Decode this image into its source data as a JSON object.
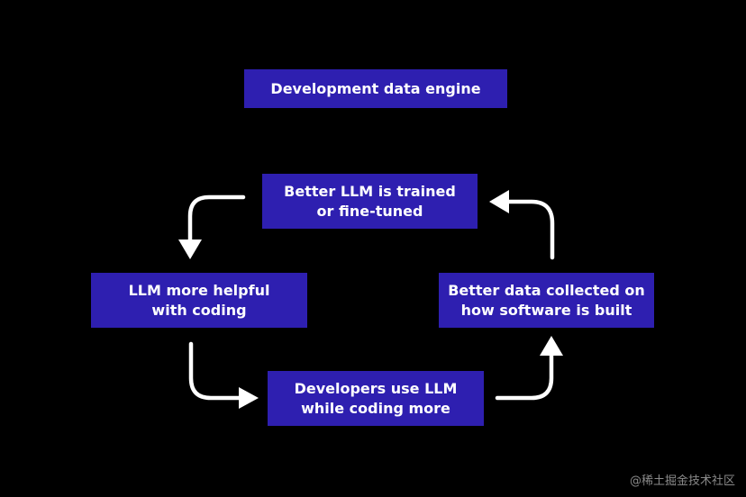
{
  "diagram": {
    "title": "Development data engine",
    "nodes": {
      "top": {
        "line1": "Better LLM is trained",
        "line2": "or fine-tuned"
      },
      "left": {
        "line1": "LLM more helpful",
        "line2": "with coding"
      },
      "bottom": {
        "line1": "Developers use LLM",
        "line2": "while coding more"
      },
      "right": {
        "line1": "Better data collected on",
        "line2": "how software is built"
      }
    }
  },
  "colors": {
    "background": "#000000",
    "box": "#2e1fb0",
    "text": "#ffffff",
    "arrow": "#ffffff"
  },
  "watermark": "@稀土掘金技术社区"
}
